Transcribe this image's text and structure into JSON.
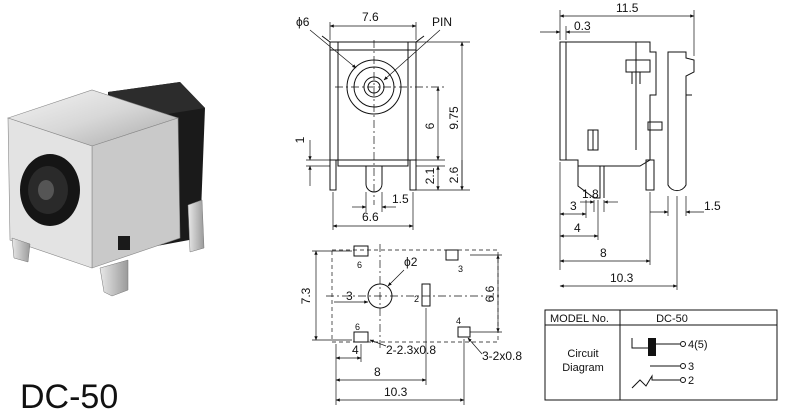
{
  "title": "DC-50",
  "front_view": {
    "phi_label": "ϕ6",
    "width_label": "7.6",
    "pin_label": "PIN",
    "h_975": "9.75",
    "h_6": "6",
    "h_1": "1",
    "h_21": "2.1",
    "h_26": "2.6",
    "w_15": "1.5",
    "w_66": "6.6"
  },
  "side_view": {
    "len_115": "11.5",
    "len_03": "0.3",
    "len_18": "1.8",
    "len_3": "3",
    "len_4": "4",
    "len_8": "8",
    "len_103": "10.3",
    "len_15": "1.5"
  },
  "footprint": {
    "phi_label": "ϕ2",
    "pad_6_top": "6",
    "pad_3": "3",
    "pad_2": "2",
    "pad_6_bottom": "6",
    "pad_4": "4",
    "h_73": "7.3",
    "h_66": "6.6",
    "w_3": "3",
    "w_4": "4",
    "w_8": "8",
    "w_103": "10.3",
    "slot_a": "2-2.3x0.8",
    "slot_b": "3-2x0.8"
  },
  "table": {
    "model_header": "MODEL No.",
    "model_value": "DC-50",
    "row_label": "Circuit\nDiagram",
    "row_label_1": "Circuit",
    "row_label_2": "Diagram",
    "pin_45": "4(5)",
    "pin_3": "3",
    "pin_2": "2"
  }
}
